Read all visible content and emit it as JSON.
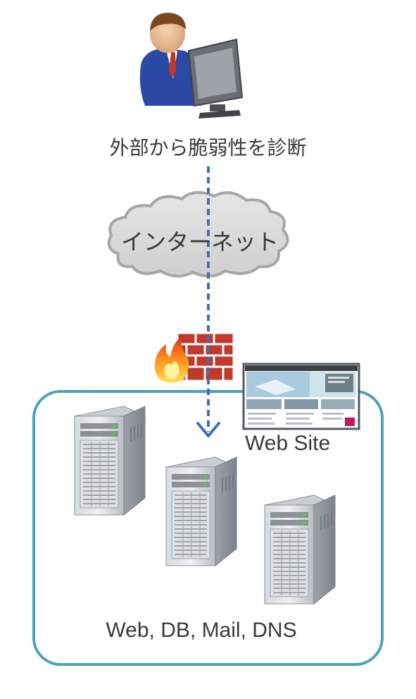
{
  "diagram": {
    "person_label": "外部から脆弱性を診断",
    "cloud_label": "インターネット",
    "website_label": "Web Site",
    "servers_label": "Web, DB, Mail, DNS"
  },
  "colors": {
    "arrow": "#3f6fb5",
    "network_border": "#4aa3b8",
    "cloud_fill": "#d9d9d9",
    "cloud_stroke": "#a6a6a6",
    "brick": "#c0392b",
    "server_body": "#b8bcc2",
    "text": "#3a3a3a"
  },
  "icons": [
    "user-at-computer-icon",
    "cloud-icon",
    "firewall-icon",
    "fire-icon",
    "website-screenshot-icon",
    "server-icon"
  ]
}
